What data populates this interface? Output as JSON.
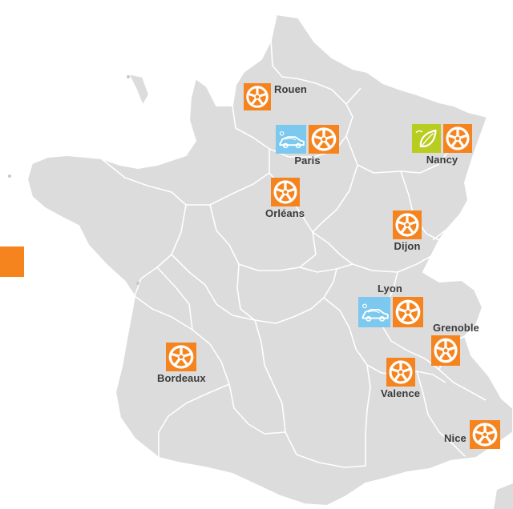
{
  "colors": {
    "land": "#dcdcdc",
    "border": "#ffffff",
    "orange": "#f5841f",
    "blue": "#7cc8ee",
    "green": "#b9cc20",
    "text": "#3a3a3a"
  },
  "icons": {
    "orange": "wheel-icon",
    "blue": "car-icon",
    "green": "leaf-icon"
  },
  "cities": {
    "rouen": "Rouen",
    "paris": "Paris",
    "nancy": "Nancy",
    "orleans": "Orléans",
    "dijon": "Dijon",
    "lyon": "Lyon",
    "grenoble": "Grenoble",
    "bordeaux": "Bordeaux",
    "valence": "Valence",
    "nice": "Nice"
  }
}
